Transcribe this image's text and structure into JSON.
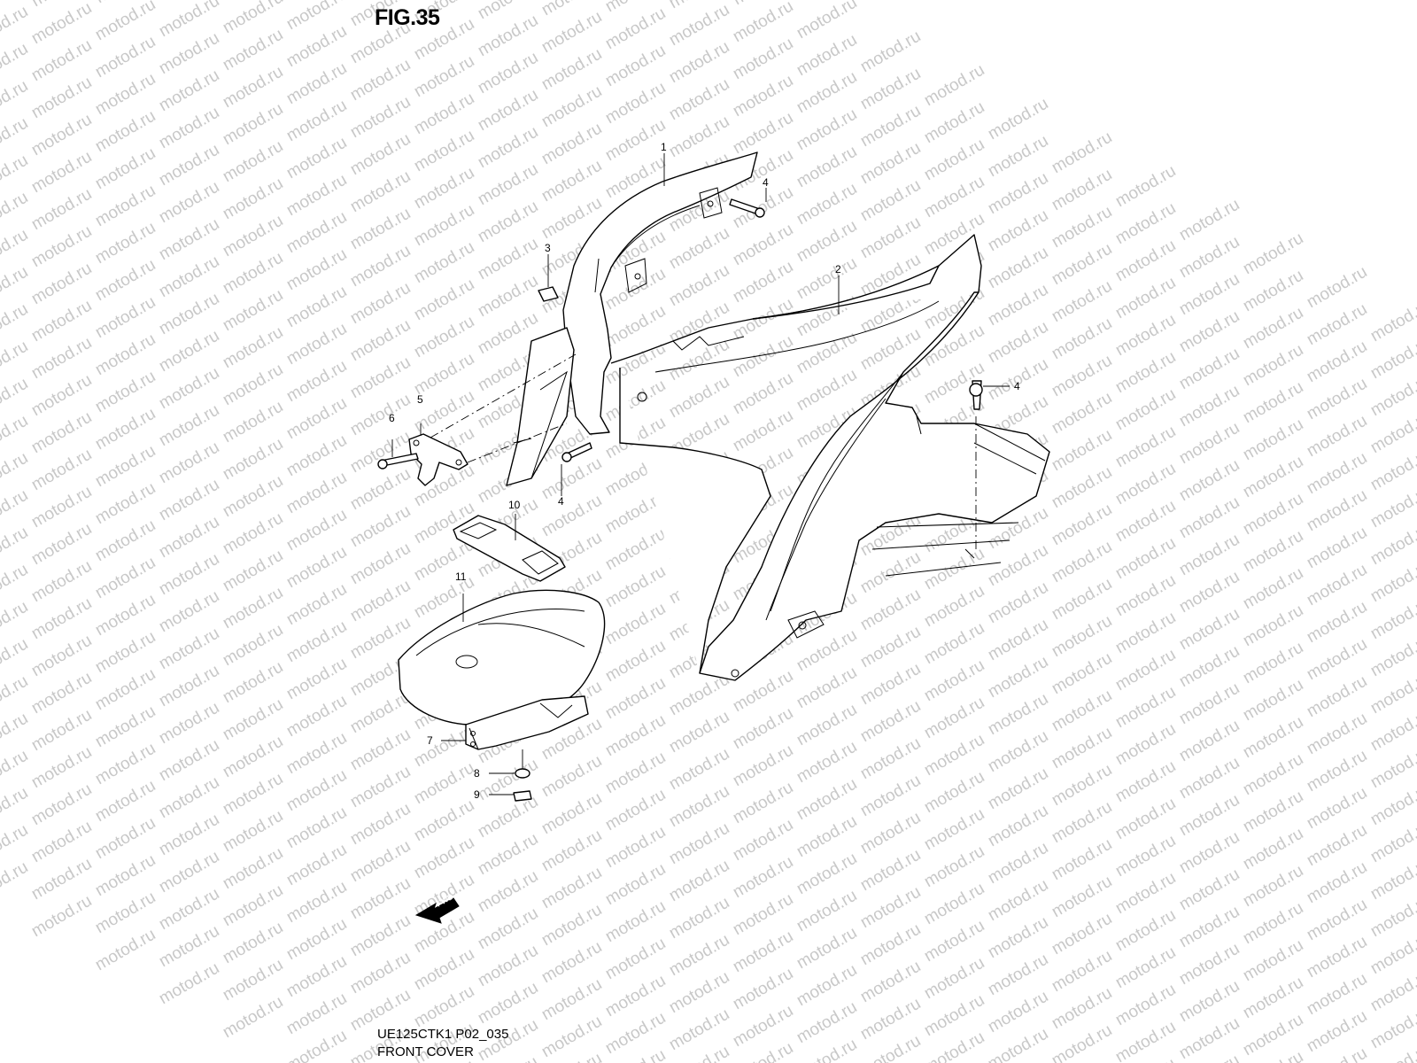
{
  "figure": {
    "title": "FIG.35",
    "model_code": "UE125CTK1 P02_035",
    "caption": "FRONT COVER",
    "fwd_label": "FWD"
  },
  "watermark": {
    "text": "motod.ru",
    "color": "#c8c8c8"
  },
  "callouts": [
    {
      "id": "callout-1",
      "label": "1"
    },
    {
      "id": "callout-2",
      "label": "2"
    },
    {
      "id": "callout-3",
      "label": "3"
    },
    {
      "id": "callout-4a",
      "label": "4"
    },
    {
      "id": "callout-4b",
      "label": "4"
    },
    {
      "id": "callout-4c",
      "label": "4"
    },
    {
      "id": "callout-5",
      "label": "5"
    },
    {
      "id": "callout-6",
      "label": "6"
    },
    {
      "id": "callout-7",
      "label": "7"
    },
    {
      "id": "callout-8",
      "label": "8"
    },
    {
      "id": "callout-9",
      "label": "9"
    },
    {
      "id": "callout-10",
      "label": "10"
    },
    {
      "id": "callout-11",
      "label": "11"
    }
  ]
}
